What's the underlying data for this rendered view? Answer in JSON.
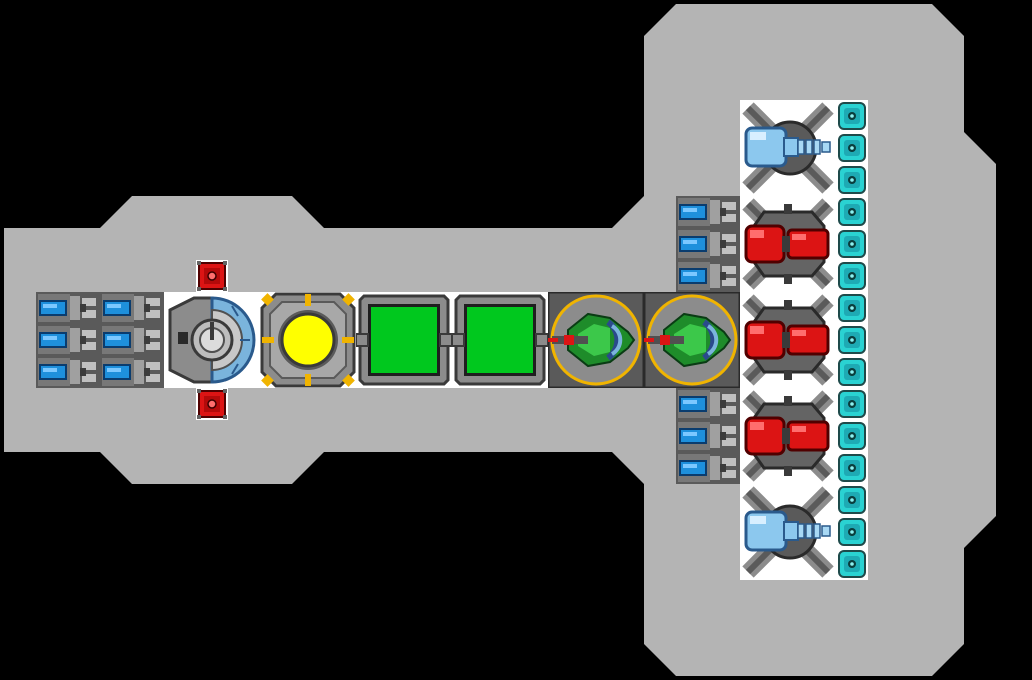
{
  "colors": {
    "background": "#000000",
    "hull": "#b4b4b4",
    "module_bg": "#ffffff",
    "frame_dark": "#3a3a3a",
    "metal": "#8c8c8c",
    "metal_light": "#c8c8c8",
    "engine_blue": "#1e90dc",
    "armor_cyan": "#2ad2d2",
    "red": "#dc1414",
    "green": "#00c81e",
    "green_dark": "#1e8c2a",
    "yellow": "#ffff00",
    "gold": "#f0b400",
    "pale_blue": "#8cc8ee"
  },
  "modules": {
    "rear_engines": {
      "icon": "thruster-icon",
      "count": 6
    },
    "port_starboard_guns": {
      "icon": "small-red-turret-icon",
      "count": 2
    },
    "bridge": {
      "icon": "bridge-dome-icon"
    },
    "reactor": {
      "icon": "reactor-core-icon"
    },
    "cargo": {
      "icon": "cargo-container-icon",
      "count": 2
    },
    "fighter_bays": {
      "icon": "fighter-bay-icon",
      "count": 2
    },
    "side_thrusters": {
      "icon": "thruster-icon",
      "count": 6
    },
    "heavy_cannons": {
      "icon": "red-cannon-icon",
      "count": 3
    },
    "light_cannons": {
      "icon": "light-blue-cannon-icon",
      "count": 2
    },
    "front_armor": {
      "icon": "cyan-armor-block-icon",
      "count": 15
    }
  }
}
